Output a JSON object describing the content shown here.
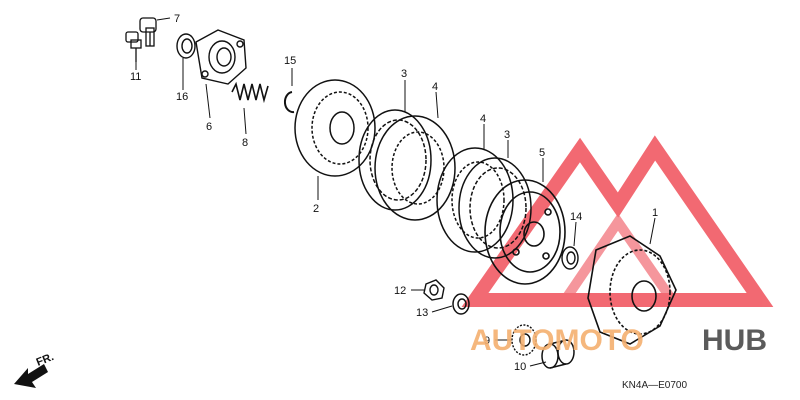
{
  "diagram": {
    "callouts": [
      {
        "id": "c7",
        "text": "7"
      },
      {
        "id": "c11",
        "text": "11"
      },
      {
        "id": "c16",
        "text": "16"
      },
      {
        "id": "c6",
        "text": "6"
      },
      {
        "id": "c8",
        "text": "8"
      },
      {
        "id": "c15",
        "text": "15"
      },
      {
        "id": "c2",
        "text": "2"
      },
      {
        "id": "c3a",
        "text": "3"
      },
      {
        "id": "c4a",
        "text": "4"
      },
      {
        "id": "c4b",
        "text": "4"
      },
      {
        "id": "c3b",
        "text": "3"
      },
      {
        "id": "c5",
        "text": "5"
      },
      {
        "id": "c14",
        "text": "14"
      },
      {
        "id": "c1",
        "text": "1"
      },
      {
        "id": "c12",
        "text": "12"
      },
      {
        "id": "c13",
        "text": "13"
      },
      {
        "id": "c9",
        "text": "9"
      },
      {
        "id": "c10",
        "text": "10"
      }
    ],
    "direction_label": "FR.",
    "diagram_code": "KN4A—E0700"
  },
  "watermark": {
    "text_part1": "AUTOMOTO",
    "text_part2": "HUB",
    "color_primary": "#f0505a",
    "color_secondary": "#f5b070",
    "color_dark": "#4a4a4a"
  }
}
